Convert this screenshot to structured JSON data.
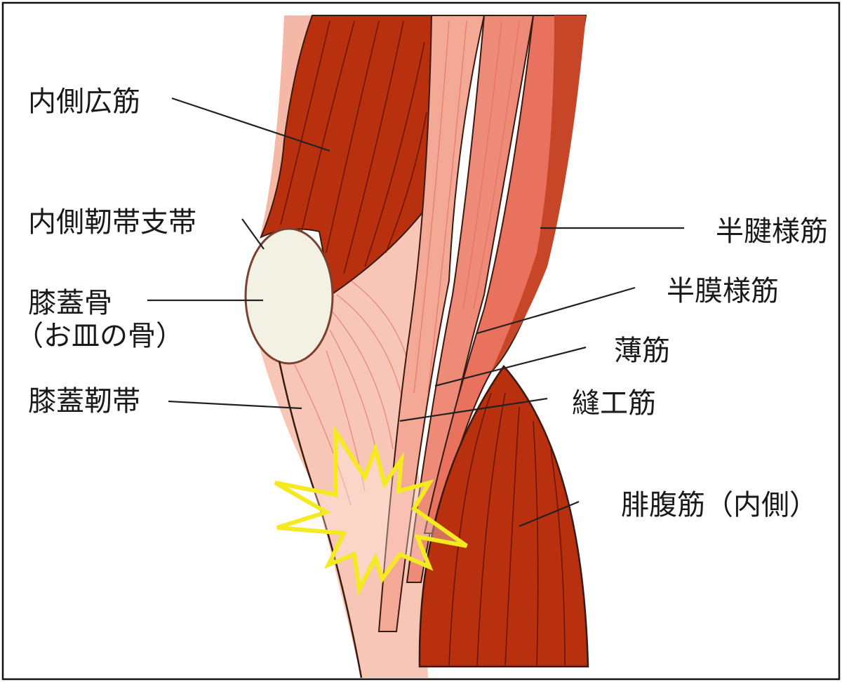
{
  "title": "膝の内側の筋肉と靭帯",
  "labels": {
    "vastus_medialis": "内側広筋",
    "medial_retinaculum": "内側靭帯支帯",
    "patella": "膝蓋骨",
    "patella_note": "（お皿の骨）",
    "patellar_ligament": "膝蓋靭帯",
    "semitendinosus": "半腱様筋",
    "semimembranosus": "半膜様筋",
    "gracilis": "薄筋",
    "sartorius": "縫工筋",
    "gastrocnemius": "腓腹筋（内側）"
  },
  "colors": {
    "muscle_dark": "#b8300e",
    "muscle_light": "#f08a78",
    "ligament": "#f7c6b6",
    "bone": "#f3f1e4",
    "pain_burst": "#f5ea20"
  }
}
